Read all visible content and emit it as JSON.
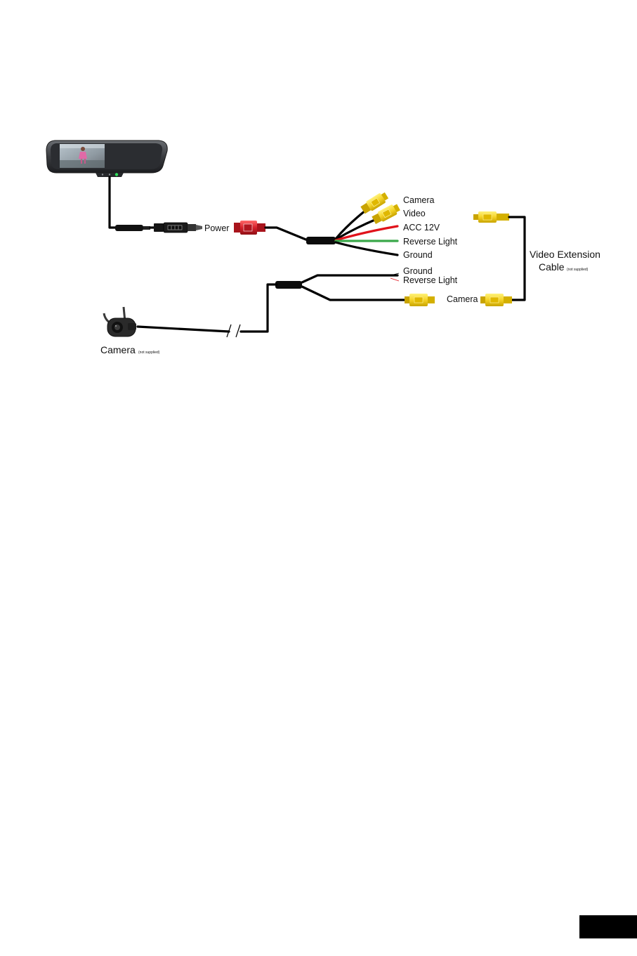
{
  "labels": {
    "power": "Power",
    "camera": "Camera",
    "video": "Video",
    "acc": "ACC 12V",
    "reverse_light": "Reverse Light",
    "ground": "Ground",
    "ground2": "Ground",
    "reverse_light2": "Reverse Light",
    "camera2": "Camera",
    "video_ext_line1": "Video Extension",
    "video_ext_line2": "Cable",
    "not_supplied": "(not supplied)",
    "camera_bottom": "Camera",
    "camera_bottom_note": "(not supplied)"
  },
  "colors": {
    "wire_black": "#000000",
    "wire_red": "#e0121b",
    "wire_green": "#3aa84a",
    "wire_yellow": "#f6e400",
    "rca_yellow": "#f5d327",
    "power_red": "#d6202a",
    "page_tab": "#000000"
  }
}
